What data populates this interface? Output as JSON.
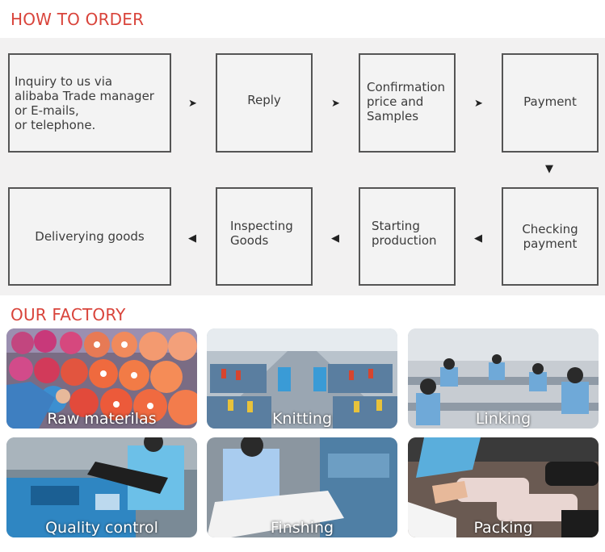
{
  "how_to_order": {
    "title": "HOW TO ORDER",
    "steps": [
      {
        "text": "Inquiry to us via\nalibaba Trade manager\nor E-mails,\nor telephone."
      },
      {
        "text": "Reply"
      },
      {
        "text": "Confirmation\nprice and\nSamples"
      },
      {
        "text": "Payment"
      },
      {
        "text": "Checking\npayment"
      },
      {
        "text": "Starting\nproduction"
      },
      {
        "text": "Inspecting\nGoods"
      },
      {
        "text": "Deliverying goods"
      }
    ],
    "arrows": {
      "right": "➤",
      "down": "▼",
      "left": "◀"
    }
  },
  "our_factory": {
    "title": "OUR FACTORY",
    "photos": [
      {
        "caption": "Raw materilas"
      },
      {
        "caption": "Knitting"
      },
      {
        "caption": "Linking"
      },
      {
        "caption": "Quality control"
      },
      {
        "caption": "Finshing"
      },
      {
        "caption": "Packing"
      }
    ]
  },
  "colors": {
    "accent": "#d9443b",
    "panel": "#f2f1f1",
    "box_border": "#555555"
  }
}
